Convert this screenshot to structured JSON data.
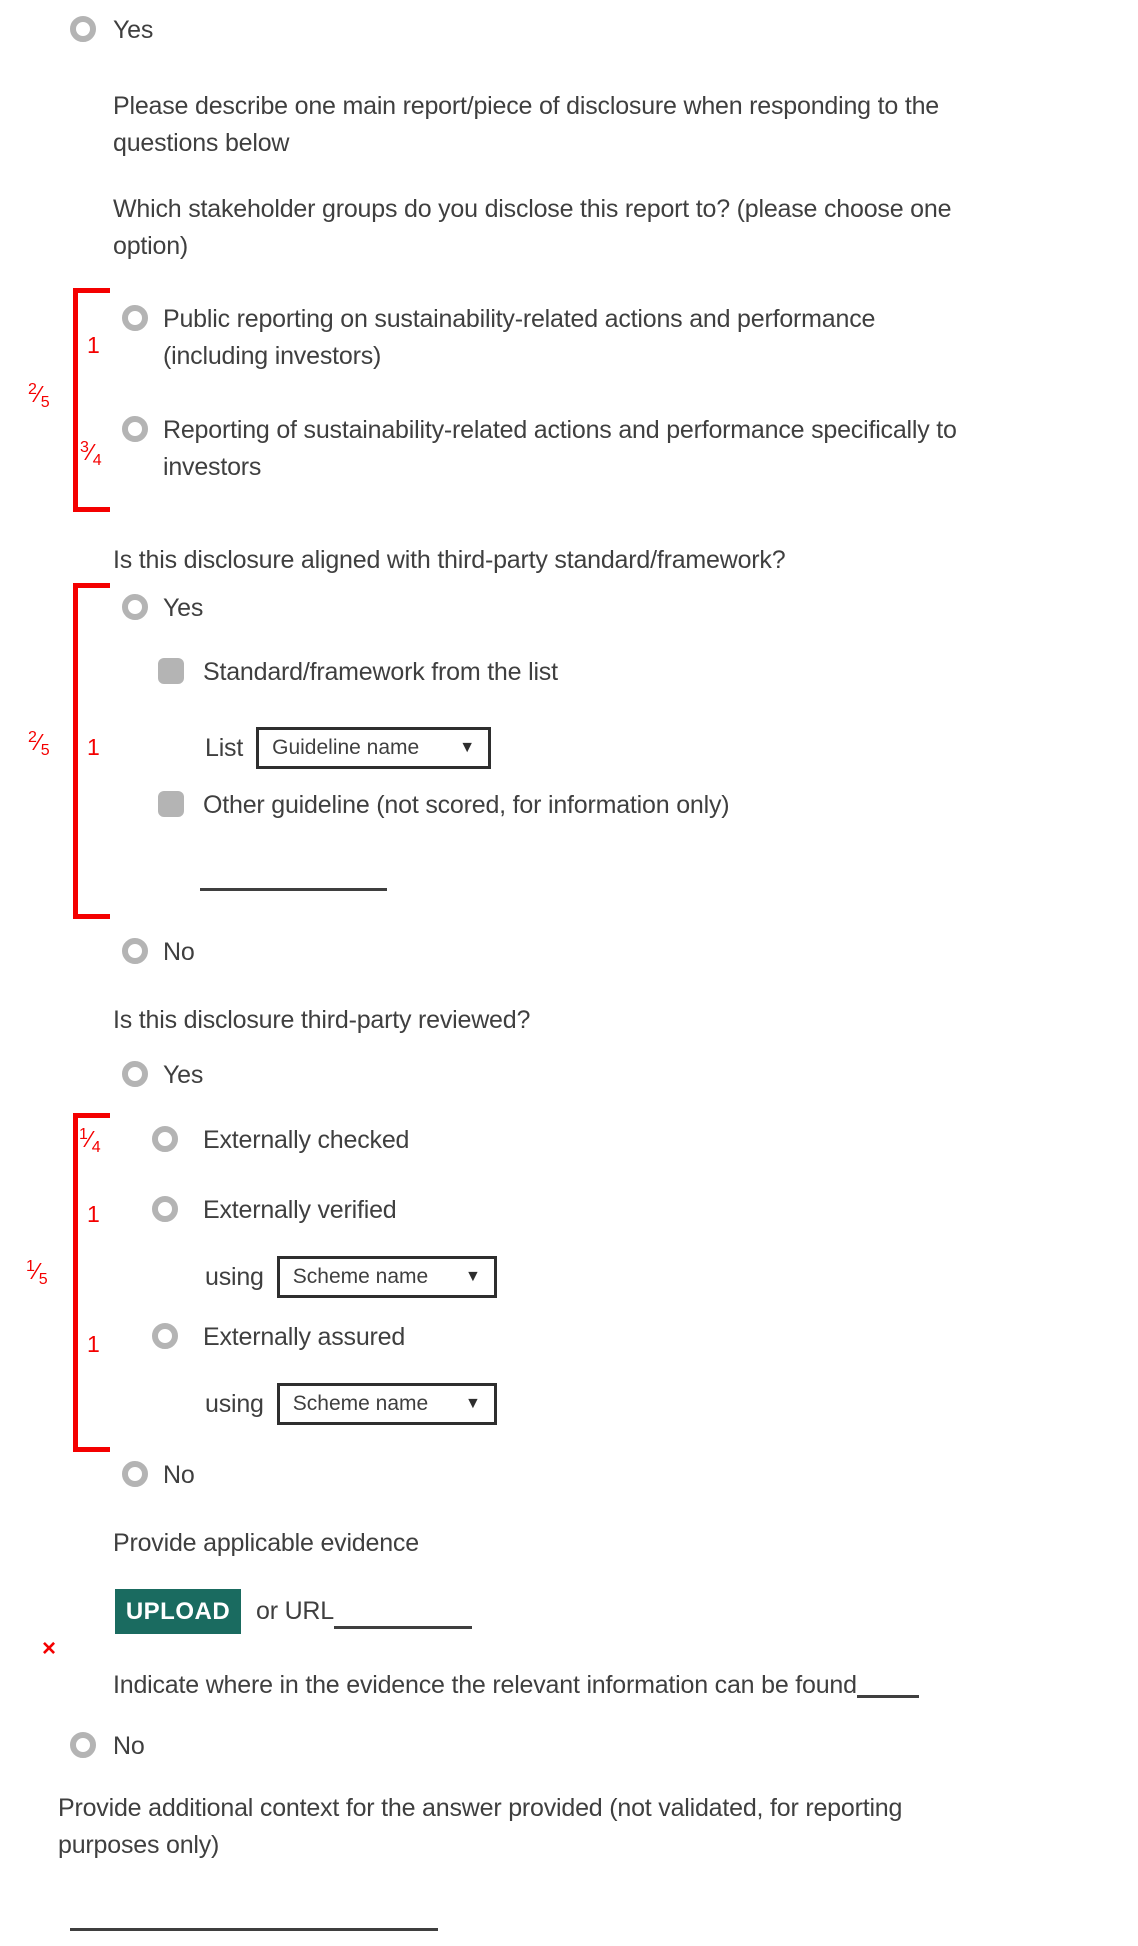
{
  "colors": {
    "text": "#3f3f3f",
    "control_gray": "#b4b4b4",
    "accent_red": "#f40000",
    "upload_teal": "#1a6b60",
    "dropdown_border": "#2e2e2e"
  },
  "form": {
    "outer_yes": "Yes",
    "outer_no": "No",
    "intro": "Please describe one main report/piece of disclosure when responding to the\nquestions below",
    "stakeholder_question": "Which stakeholder groups do you disclose this report to? (please choose one\noption)",
    "option_public": "Public reporting on sustainability-related actions and performance\n(including investors)",
    "option_investors": "Reporting of sustainability-related actions and performance specifically to\ninvestors",
    "aligned_question": "Is this disclosure aligned with third-party standard/framework?",
    "aligned_yes": "Yes",
    "aligned_no": "No",
    "checkbox_standard": "Standard/framework from the list",
    "list_label": "List",
    "list_value": "Guideline name",
    "checkbox_other": "Other guideline (not scored, for information only)",
    "reviewed_question": "Is this disclosure third-party reviewed?",
    "reviewed_yes": "Yes",
    "reviewed_no": "No",
    "option_checked": "Externally checked",
    "option_verified": "Externally verified",
    "option_assured": "Externally assured",
    "using_label": "using",
    "scheme_value": "Scheme name",
    "evidence_label": "Provide applicable evidence",
    "upload_button": "UPLOAD",
    "or_url_label": "or URL",
    "indicate_label": "Indicate where in the evidence the relevant information can be found",
    "context_label": "Provide additional context for the answer provided (not validated, for reporting\npurposes only)"
  },
  "scores": {
    "bracket1_side_num": "2",
    "bracket1_side_den": "5",
    "bracket1_label1": "1",
    "bracket1_label2_num": "3",
    "bracket1_label2_den": "4",
    "bracket2_side_num": "2",
    "bracket2_side_den": "5",
    "bracket2_label1": "1",
    "bracket3_label1_num": "1",
    "bracket3_label1_den": "4",
    "bracket3_label2": "1",
    "bracket3_side_num": "1",
    "bracket3_side_den": "5",
    "bracket3_label3": "1",
    "error_mark": "×"
  }
}
